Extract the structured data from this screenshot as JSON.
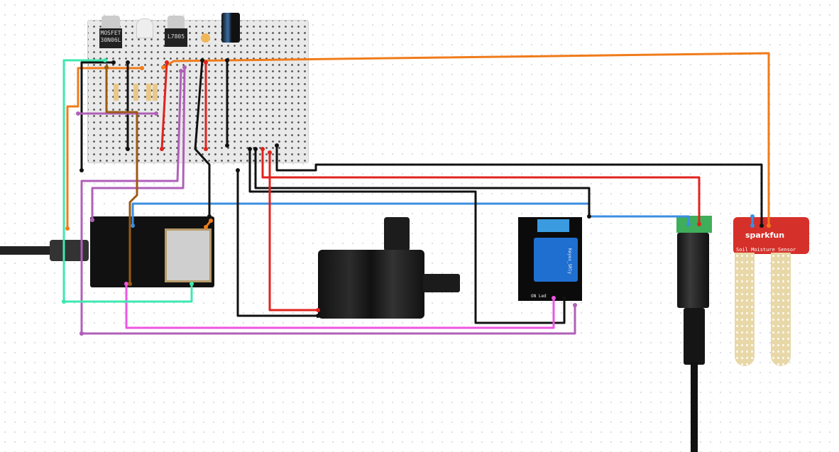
{
  "components": {
    "mosfet": {
      "label": "MOSFET 30N06L"
    },
    "regulator": {
      "label": "L7805"
    },
    "relay": {
      "label": "Keyes_SRly",
      "led_label": "ON Led"
    },
    "sensor": {
      "brand": "sparkfun",
      "label": "Soil Moisture Sensor"
    }
  },
  "wire_colors": {
    "orange": "#f07b1a",
    "blue": "#3c8ee0",
    "black": "#111111",
    "red": "#e0231f",
    "magenta": "#ee55e0",
    "purple": "#b060b8",
    "teal": "#3de8b0",
    "brown": "#9b5a12"
  }
}
